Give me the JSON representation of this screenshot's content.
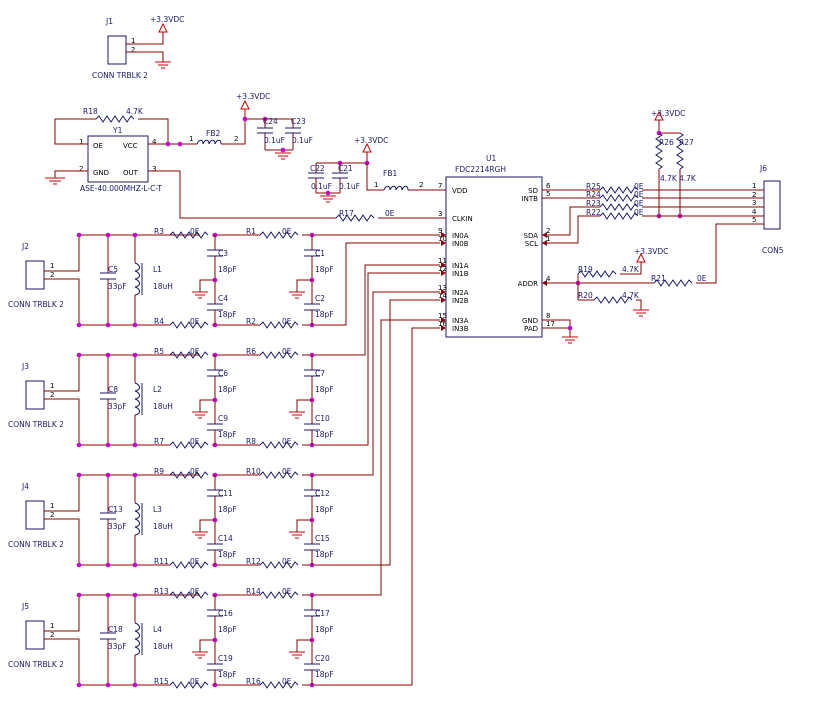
{
  "connectors": {
    "j1": {
      "ref": "J1",
      "name": "CONN TRBLK 2",
      "pins": [
        "1",
        "2"
      ]
    },
    "j2": {
      "ref": "J2",
      "name": "CONN TRBLK 2",
      "pins": [
        "1",
        "2"
      ]
    },
    "j3": {
      "ref": "J3",
      "name": "CONN TRBLK 2",
      "pins": [
        "1",
        "2"
      ]
    },
    "j4": {
      "ref": "J4",
      "name": "CONN TRBLK 2",
      "pins": [
        "1",
        "2"
      ]
    },
    "j5": {
      "ref": "J5",
      "name": "CONN TRBLK 2",
      "pins": [
        "1",
        "2"
      ]
    },
    "j6": {
      "ref": "J6",
      "name": "CON5",
      "pins": [
        "1",
        "2",
        "3",
        "4",
        "5"
      ]
    }
  },
  "power": {
    "label": "+3.3VDC"
  },
  "oscillator": {
    "ref": "Y1",
    "part": "ASE-40.000MHZ-L-C-T",
    "pins": {
      "oe": "OE",
      "vcc": "VCC",
      "gnd": "GND",
      "out": "OUT"
    },
    "pin_numbers": [
      "1",
      "4",
      "2",
      "3"
    ]
  },
  "r18": {
    "ref": "R18",
    "value": "4.7K"
  },
  "fb2": {
    "ref": "FB2",
    "pins": [
      "1",
      "2"
    ]
  },
  "fb1": {
    "ref": "FB1",
    "pins": [
      "1",
      "2"
    ]
  },
  "c24": {
    "ref": "C24",
    "value": "0.1uF"
  },
  "c23": {
    "ref": "C23",
    "value": "0.1uF"
  },
  "c22": {
    "ref": "C22",
    "value": "0.1uF"
  },
  "c21": {
    "ref": "C21",
    "value": "0.1uF"
  },
  "r17": {
    "ref": "R17",
    "value": "0E"
  },
  "ic": {
    "ref": "U1",
    "part": "FDC2214RGH",
    "left_pins": [
      {
        "num": "7",
        "name": "VDD"
      },
      {
        "num": "3",
        "name": "CLKIN"
      },
      {
        "num": "9",
        "name": "IN0A"
      },
      {
        "num": "10",
        "name": "IN0B"
      },
      {
        "num": "11",
        "name": "IN1A"
      },
      {
        "num": "12",
        "name": "IN1B"
      },
      {
        "num": "13",
        "name": "IN2A"
      },
      {
        "num": "14",
        "name": "IN2B"
      },
      {
        "num": "15",
        "name": "IN3A"
      },
      {
        "num": "16",
        "name": "IN3B"
      }
    ],
    "right_pins": [
      {
        "num": "6",
        "name": "SD"
      },
      {
        "num": "5",
        "name": "INTB"
      },
      {
        "num": "2",
        "name": "SDA"
      },
      {
        "num": "1",
        "name": "SCL"
      },
      {
        "num": "4",
        "name": "ADDR"
      },
      {
        "num": "8",
        "name": "GND"
      },
      {
        "num": "17",
        "name": "PAD"
      }
    ]
  },
  "i2c_resistors": [
    {
      "ref": "R25",
      "value": "0E"
    },
    {
      "ref": "R24",
      "value": "0E"
    },
    {
      "ref": "R23",
      "value": "0E"
    },
    {
      "ref": "R22",
      "value": "0E"
    }
  ],
  "pullups": [
    {
      "ref": "R26",
      "value": "4.7K"
    },
    {
      "ref": "R27",
      "value": "4.7K"
    }
  ],
  "addr_resistors": [
    {
      "ref": "R19",
      "value": "4.7K"
    },
    {
      "ref": "R20",
      "value": "4.7K"
    },
    {
      "ref": "R21",
      "value": "0E"
    }
  ],
  "channels": [
    {
      "cap": {
        "ref": "C5",
        "value": "33pF"
      },
      "inductor": {
        "ref": "L1",
        "value": "18uH"
      },
      "r_top_a": {
        "ref": "R3",
        "value": "0E"
      },
      "r_top_b": {
        "ref": "R1",
        "value": "0E"
      },
      "r_bot_a": {
        "ref": "R4",
        "value": "0E"
      },
      "r_bot_b": {
        "ref": "R2",
        "value": "0E"
      },
      "c_a_top": {
        "ref": "C3",
        "value": "18pF"
      },
      "c_a_bot": {
        "ref": "C4",
        "value": "18pF"
      },
      "c_b_top": {
        "ref": "C1",
        "value": "18pF"
      },
      "c_b_bot": {
        "ref": "C2",
        "value": "18pF"
      }
    },
    {
      "cap": {
        "ref": "C8",
        "value": "33pF"
      },
      "inductor": {
        "ref": "L2",
        "value": "18uH"
      },
      "r_top_a": {
        "ref": "R5",
        "value": "0E"
      },
      "r_top_b": {
        "ref": "R6",
        "value": "0E"
      },
      "r_bot_a": {
        "ref": "R7",
        "value": "0E"
      },
      "r_bot_b": {
        "ref": "R8",
        "value": "0E"
      },
      "c_a_top": {
        "ref": "C6",
        "value": "18pF"
      },
      "c_a_bot": {
        "ref": "C9",
        "value": "18pF"
      },
      "c_b_top": {
        "ref": "C7",
        "value": "18pF"
      },
      "c_b_bot": {
        "ref": "C10",
        "value": "18pF"
      }
    },
    {
      "cap": {
        "ref": "C13",
        "value": "33pF"
      },
      "inductor": {
        "ref": "L3",
        "value": "18uH"
      },
      "r_top_a": {
        "ref": "R9",
        "value": "0E"
      },
      "r_top_b": {
        "ref": "R10",
        "value": "0E"
      },
      "r_bot_a": {
        "ref": "R11",
        "value": "0E"
      },
      "r_bot_b": {
        "ref": "R12",
        "value": "0E"
      },
      "c_a_top": {
        "ref": "C11",
        "value": "18pF"
      },
      "c_a_bot": {
        "ref": "C14",
        "value": "18pF"
      },
      "c_b_top": {
        "ref": "C12",
        "value": "18pF"
      },
      "c_b_bot": {
        "ref": "C15",
        "value": "18pF"
      }
    },
    {
      "cap": {
        "ref": "C18",
        "value": "33pF"
      },
      "inductor": {
        "ref": "L4",
        "value": "18uH"
      },
      "r_top_a": {
        "ref": "R13",
        "value": "0E"
      },
      "r_top_b": {
        "ref": "R14",
        "value": "0E"
      },
      "r_bot_a": {
        "ref": "R15",
        "value": "0E"
      },
      "r_bot_b": {
        "ref": "R16",
        "value": "0E"
      },
      "c_a_top": {
        "ref": "C16",
        "value": "18pF"
      },
      "c_a_bot": {
        "ref": "C19",
        "value": "18pF"
      },
      "c_b_top": {
        "ref": "C17",
        "value": "18pF"
      },
      "c_b_bot": {
        "ref": "C20",
        "value": "18pF"
      }
    }
  ]
}
